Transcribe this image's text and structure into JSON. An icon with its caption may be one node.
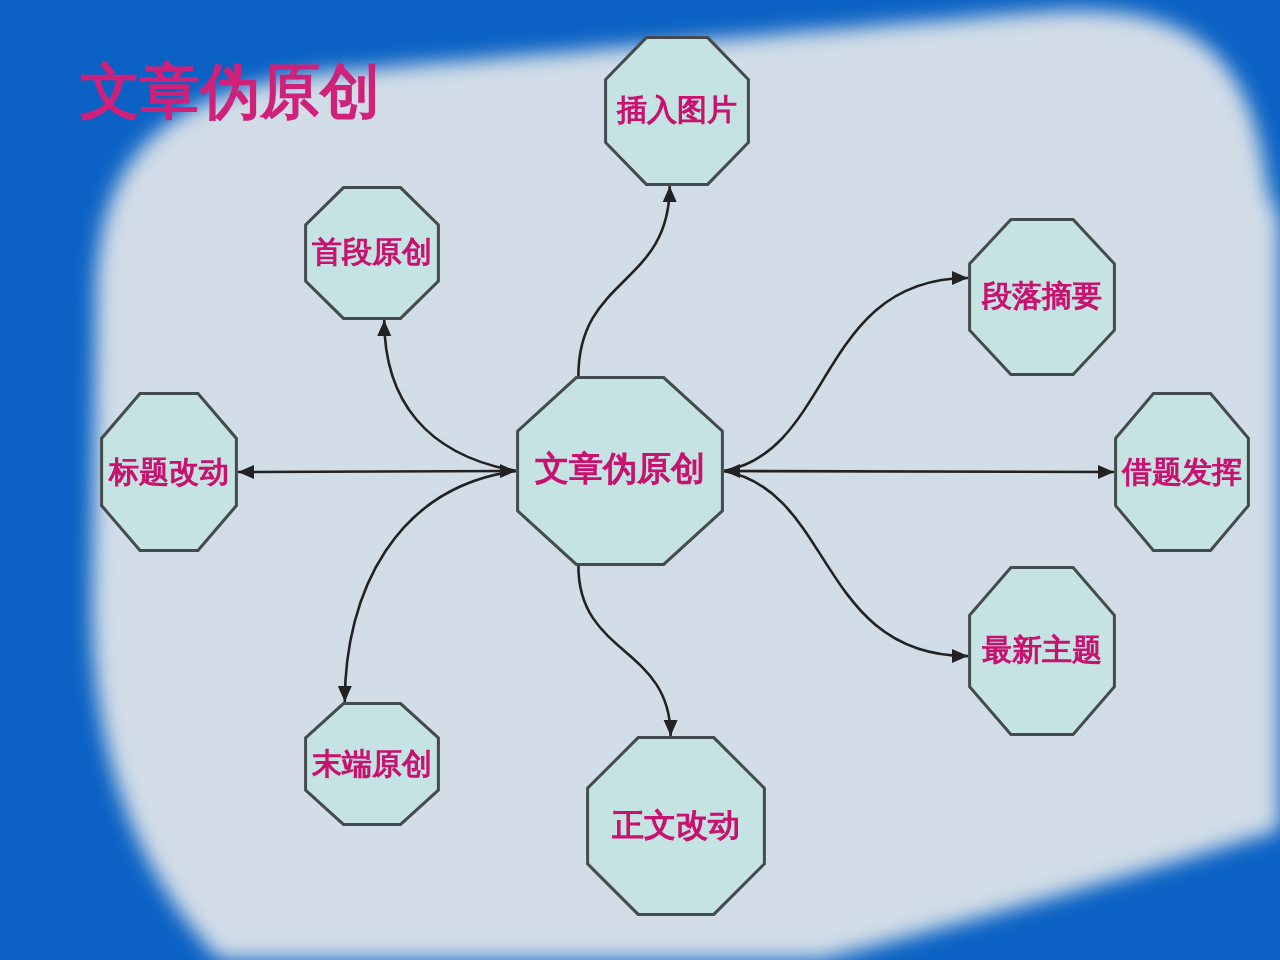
{
  "diagram": {
    "title": "文章伪原创",
    "nodes": [
      {
        "text": [
          "插入图片"
        ]
      },
      {
        "text": [
          "首段原创"
        ]
      },
      {
        "text": [
          "段落摘要"
        ]
      },
      {
        "text": [
          "标题改动"
        ]
      },
      {
        "text": [
          "文章伪原创"
        ]
      },
      {
        "text": [
          "借题发挥"
        ]
      },
      {
        "text": [
          "最新主题"
        ]
      },
      {
        "text": [
          "末端原创"
        ]
      },
      {
        "text": [
          "正文改动"
        ]
      }
    ],
    "edges": [
      {
        "from": 4,
        "to": 0,
        "arrow": "to"
      },
      {
        "from": 4,
        "to": 1,
        "arrow": "to"
      },
      {
        "from": 4,
        "to": 2,
        "arrow": "to"
      },
      {
        "from": 4,
        "to": 3,
        "arrow": "both"
      },
      {
        "from": 4,
        "to": 5,
        "arrow": "both"
      },
      {
        "from": 4,
        "to": 6,
        "arrow": "to"
      },
      {
        "from": 4,
        "to": 7,
        "arrow": "to"
      },
      {
        "from": 4,
        "to": 8,
        "arrow": "to"
      }
    ]
  }
}
